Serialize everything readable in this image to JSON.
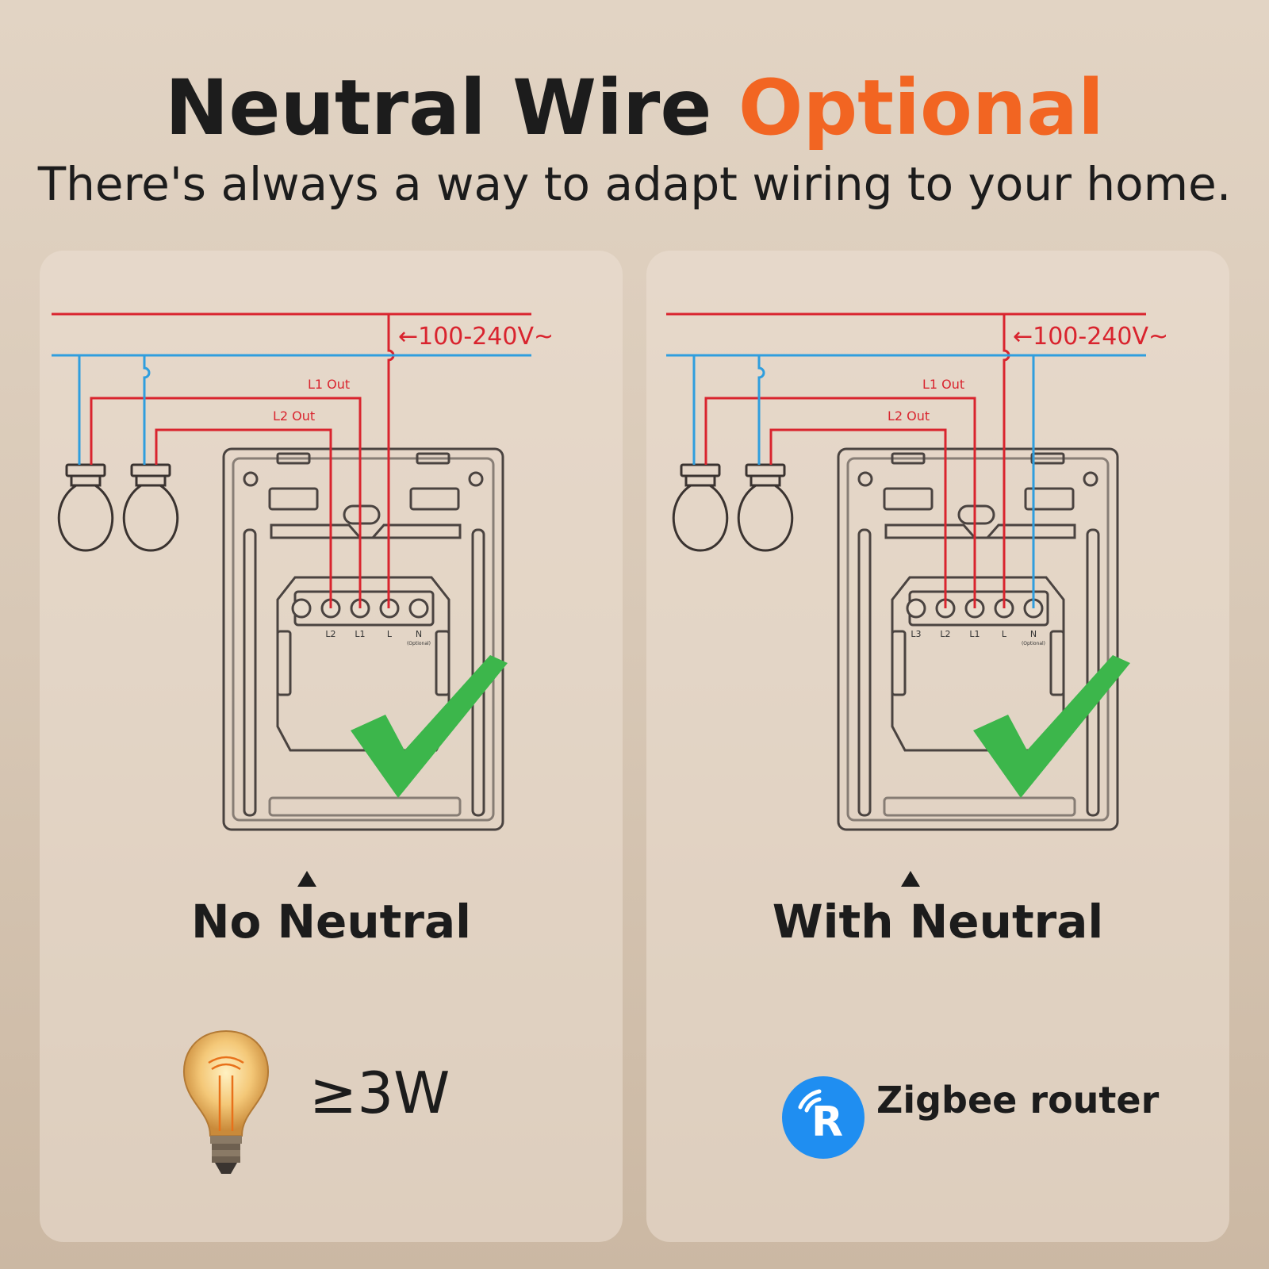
{
  "header": {
    "title_main": "Neutral Wire",
    "title_accent": "Optional",
    "subtitle": "There's always a way to adapt wiring to your home."
  },
  "colors": {
    "accent": "#f26522",
    "live_wire": "#d9242e",
    "neutral_wire": "#2f9ede",
    "check": "#3cb64b",
    "zigbee_blue": "#1f8ef1"
  },
  "left_panel": {
    "voltage": "←100-240V~",
    "l1_out": "L1 Out",
    "l2_out": "L2 Out",
    "terminals": [
      "L2",
      "L1",
      "L",
      "N"
    ],
    "terminal_note": "(Optional)",
    "label": "No Neutral",
    "power": "≥3W"
  },
  "right_panel": {
    "voltage": "←100-240V~",
    "l1_out": "L1 Out",
    "l2_out": "L2 Out",
    "terminals": [
      "L3",
      "L2",
      "L1",
      "L",
      "N"
    ],
    "terminal_note": "(Optional)",
    "label": "With Neutral",
    "router_letter": "R",
    "router_text": "Zigbee router"
  }
}
